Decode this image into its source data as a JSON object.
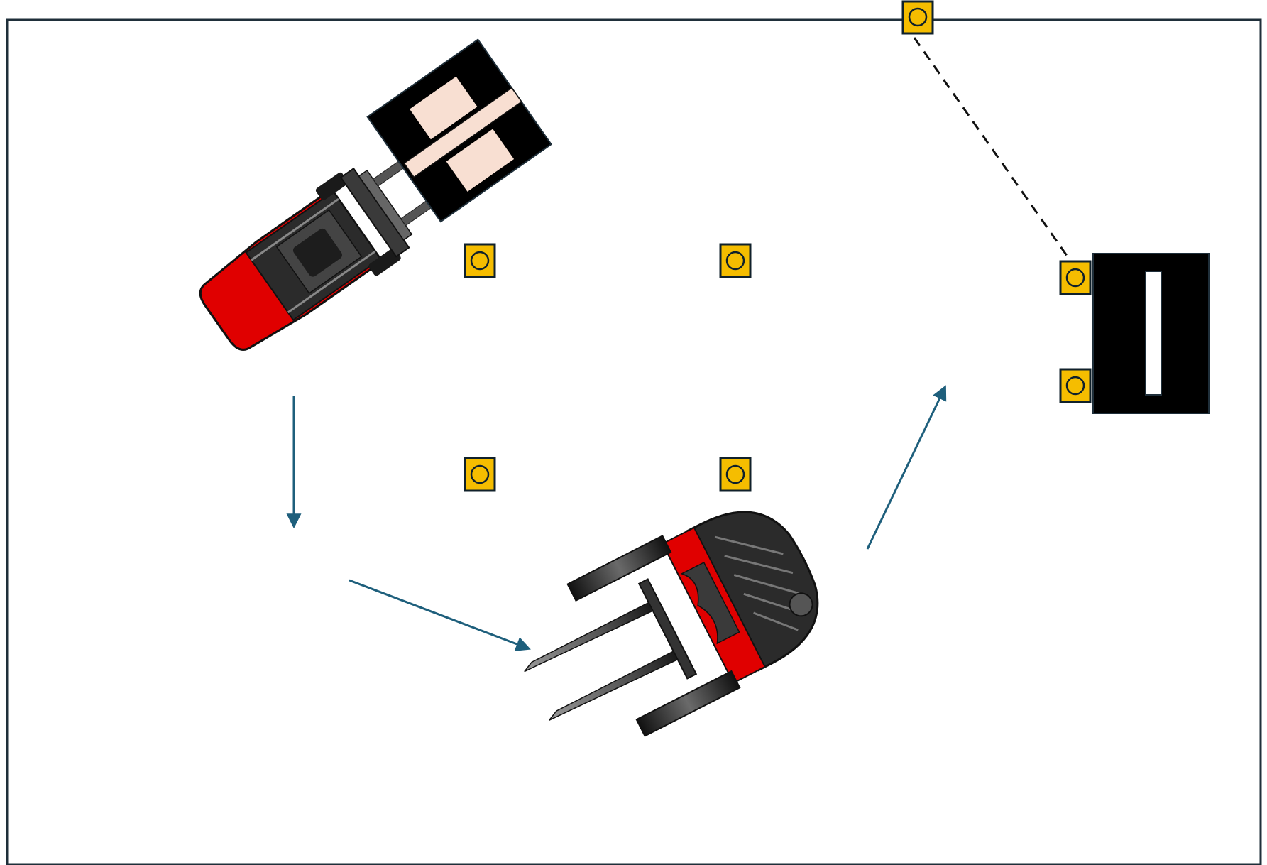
{
  "scene": {
    "kind": "forklift-navigation-diagram",
    "colors": {
      "background": "#ffffff",
      "border": "#1f2f3a",
      "arrow": "#1e5f7c",
      "marker_fill": "#f5bd00",
      "marker_stroke": "#10212b",
      "forklift_body": "#e00000",
      "forklift_dark": "#2b2b2b",
      "pallet": "#000000",
      "pallet_boards": "#f8dfd2"
    },
    "markers": [
      {
        "id": "marker-top-edge",
        "icon": "circle-in-square-icon"
      },
      {
        "id": "marker-upper-left",
        "icon": "circle-in-square-icon"
      },
      {
        "id": "marker-upper-right",
        "icon": "circle-in-square-icon"
      },
      {
        "id": "marker-lower-left",
        "icon": "circle-in-square-icon"
      },
      {
        "id": "marker-lower-right",
        "icon": "circle-in-square-icon"
      },
      {
        "id": "marker-rack-top",
        "icon": "circle-in-square-icon"
      },
      {
        "id": "marker-rack-bottom",
        "icon": "circle-in-square-icon"
      }
    ],
    "arrows": [
      {
        "id": "arrow-down",
        "icon": "arrow-icon"
      },
      {
        "id": "arrow-diagonal-right",
        "icon": "arrow-icon"
      },
      {
        "id": "arrow-up-right",
        "icon": "arrow-icon"
      }
    ],
    "objects": [
      {
        "id": "forklift-carrying-pallet",
        "icon": "forklift-icon"
      },
      {
        "id": "forklift-empty",
        "icon": "forklift-icon"
      },
      {
        "id": "pallet-loaded",
        "icon": "pallet-icon"
      },
      {
        "id": "rack-station",
        "icon": "rack-icon"
      }
    ],
    "dashed_link": {
      "from": "marker-top-edge",
      "to": "marker-rack-top"
    }
  }
}
